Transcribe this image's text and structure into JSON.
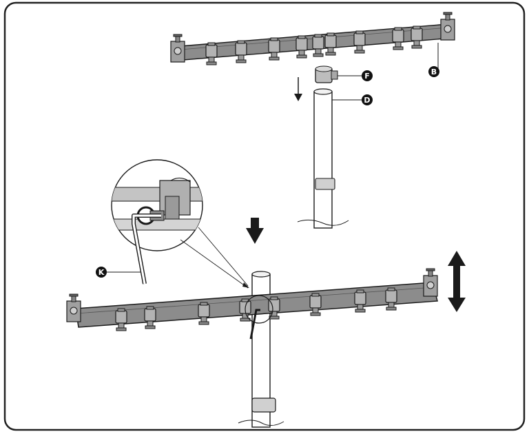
{
  "diagram": {
    "callouts": {
      "b": "B",
      "f": "F",
      "d": "D",
      "k": "K"
    }
  },
  "colors": {
    "frame": "#222222",
    "ink": "#1a1a1a",
    "bar_fill": "#8c8c8c",
    "bracket_fill": "#a8a8a8",
    "pole_fill": "#ffffff"
  },
  "icons": {
    "down_arrow": "arrow-down-icon",
    "up_down_arrow": "arrow-up-down-icon"
  }
}
